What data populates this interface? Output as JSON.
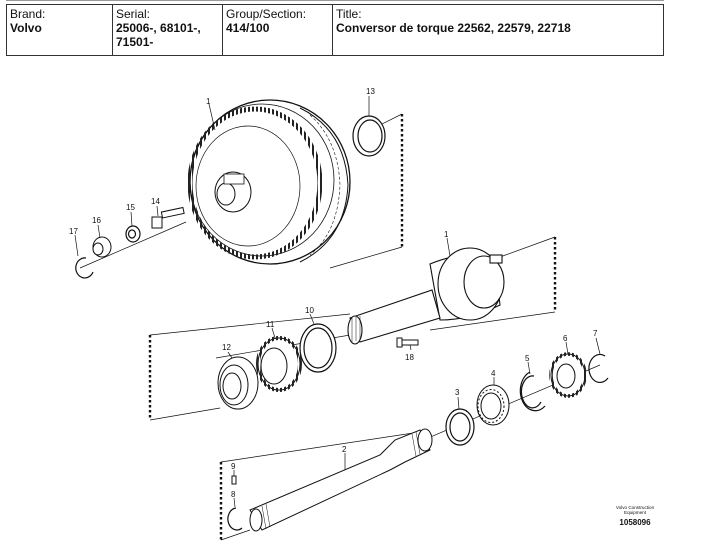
{
  "header": {
    "brand_label": "Brand:",
    "brand_value": "Volvo",
    "serial_label": "Serial:",
    "serial_value_1": "25006-, 68101-,",
    "serial_value_2": "71501-",
    "group_label": "Group/Section:",
    "group_value": "414/100",
    "title_label": "Title:",
    "title_value": "Conversor de torque 22562, 22579, 22718"
  },
  "callouts": {
    "c1a": "1",
    "c1b": "1",
    "c2": "2",
    "c3": "3",
    "c4": "4",
    "c5": "5",
    "c6": "6",
    "c7": "7",
    "c8": "8",
    "c9": "9",
    "c10": "10",
    "c11": "11",
    "c12": "12",
    "c13": "13",
    "c14": "14",
    "c15": "15",
    "c16": "16",
    "c17": "17",
    "c18": "18"
  },
  "footer": {
    "brand_line1": "Volvo Construction",
    "brand_line2": "Equipment",
    "code": "1058096"
  }
}
